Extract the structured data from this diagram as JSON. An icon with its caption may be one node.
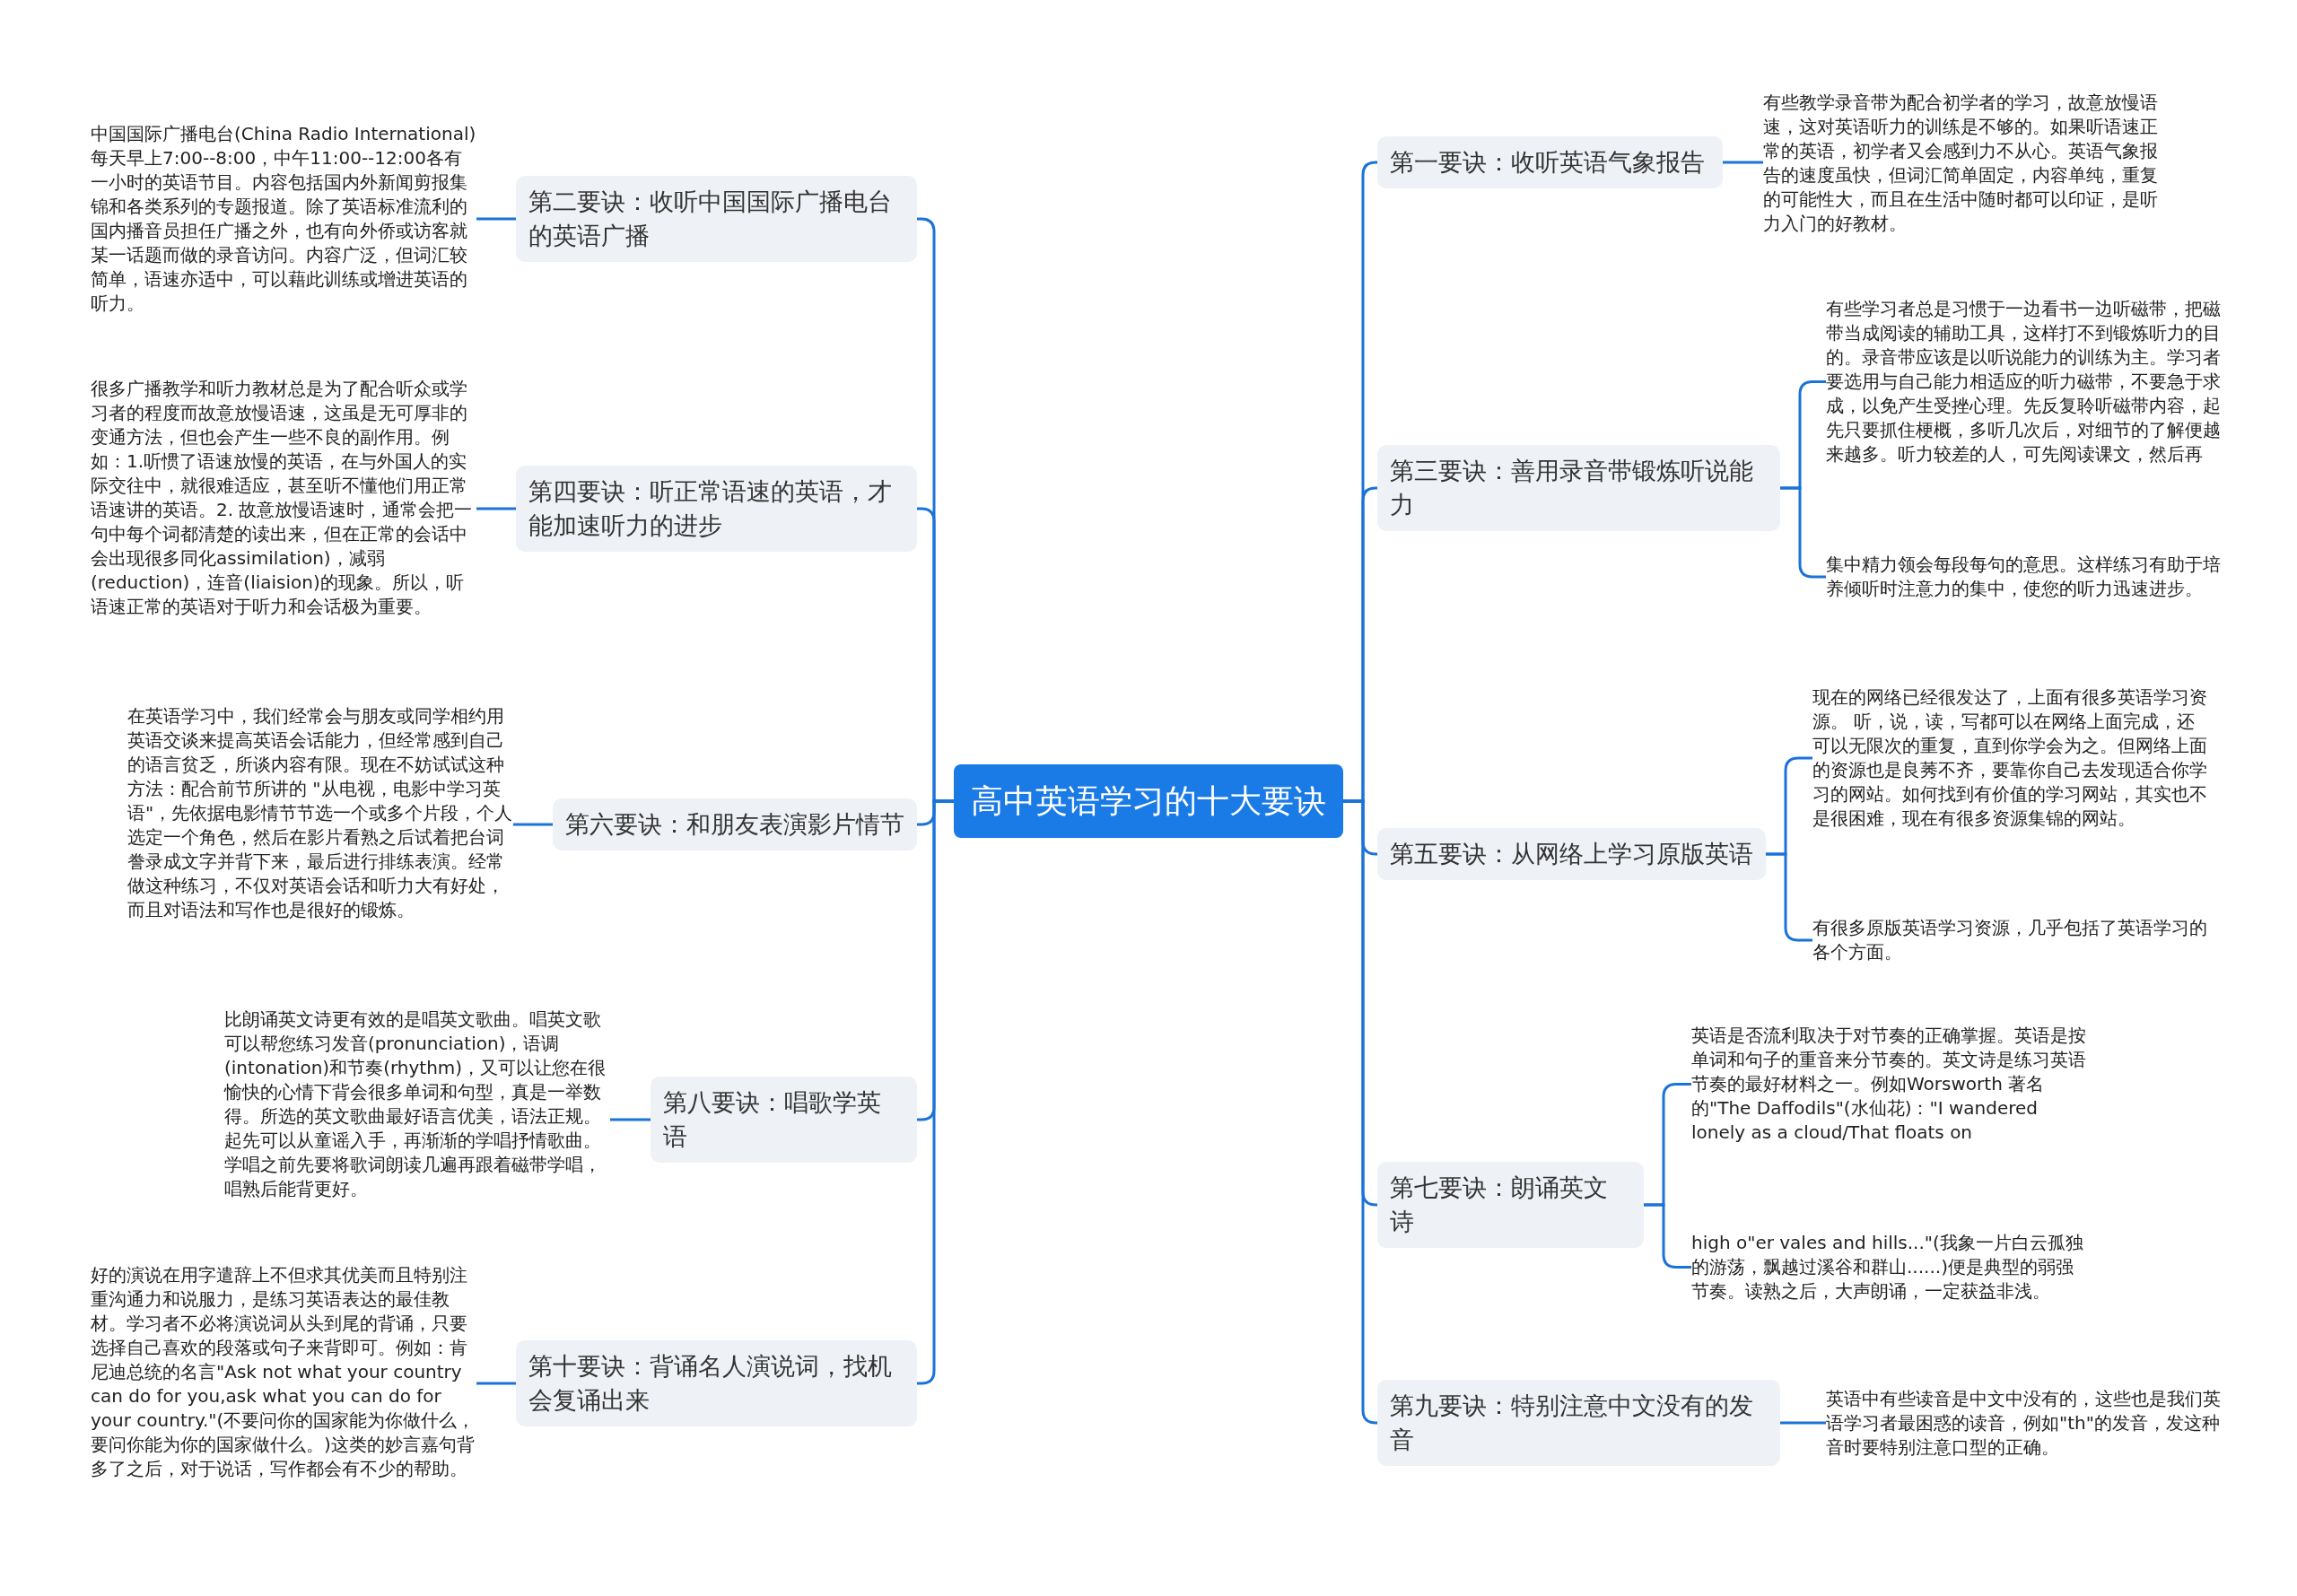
{
  "diagram": {
    "nodes": [
      {
        "text": [
          "高中英语学习的十大要诀"
        ]
      },
      {
        "text": [
          "第一要诀：收听英语气象报告"
        ]
      },
      {
        "text": [
          "有些教学录音带为配合初学者的学习，故意放慢语速，这对英语听力的训练是不够的。如果听语速正常的英语，初学者又会感到力不从心。英语气象报告的速度虽快，但词汇简单固定，内容单纯，重复的可能性大，而且在生活中随时都可以印证，是听力入门的好教材。"
        ]
      },
      {
        "text": [
          "第二要诀：收听中国国际广播电台的英语广播"
        ]
      },
      {
        "text": [
          "中国国际广播电台(China Radio International)每天早上7:00--8:00，中午11:00--12:00各有一小时的英语节目。内容包括国内外新闻剪报集锦和各类系列的专题报道。除了英语标准流利的国内播音员担任广播之外，也有向外侨或访客就某一话题而做的录音访问。内容广泛，但词汇较简单，语速亦适中，可以藉此训练或增进英语的听力。"
        ]
      },
      {
        "text": [
          "第三要诀：善用录音带锻炼听说能力"
        ]
      },
      {
        "text": [
          "有些学习者总是习惯于一边看书一边听磁带，把磁带当成阅读的辅助工具，这样打不到锻炼听力的目的。录音带应该是以听说能力的训练为主。学习者要选用与自己能力相适应的听力磁带，不要急于求成，以免产生受挫心理。先反复聆听磁带内容，起先只要抓住梗概，多听几次后，对细节的了解便越来越多。听力较差的人，可先阅读课文，然后再"
        ]
      },
      {
        "text": [
          "集中精力领会每段每句的意思。这样练习有助于培养倾听时注意力的集中，使您的听力迅速进步。"
        ]
      },
      {
        "text": [
          "第四要诀：听正常语速的英语，才能加速听力的进步"
        ]
      },
      {
        "text": [
          "很多广播教学和听力教材总是为了配合听众或学习者的程度而故意放慢语速，这虽是无可厚非的变通方法，但也会产生一些不良的副作用。例如：1.听惯了语速放慢的英语，在与外国人的实际交往中，就很难适应，甚至听不懂他们用正常语速讲的英语。2. 故意放慢语速时，通常会把一句中每个词都清楚的读出来，但在正常的会话中会出现很多同化assimilation)，减弱(reduction)，连音(liaision)的现象。所以，听语速正常的英语对于听力和会话极为重要。"
        ]
      },
      {
        "text": [
          "第五要诀：从网络上学习原版英语"
        ]
      },
      {
        "text": [
          "现在的网络已经很发达了，上面有很多英语学习资源。 听，说，读，写都可以在网络上面完成，还可以无限次的重复，直到你学会为之。但网络上面的资源也是良莠不齐，要靠你自己去发现适合你学习的网站。如何找到有价值的学习网站，其实也不是很困难，现在有很多资源集锦的网站。"
        ]
      },
      {
        "text": [
          "有很多原版英语学习资源，几乎包括了英语学习的各个方面。"
        ]
      },
      {
        "text": [
          "第六要诀：和朋友表演影片情节"
        ]
      },
      {
        "text": [
          "在英语学习中，我们经常会与朋友或同学相约用英语交谈来提高英语会话能力，但经常感到自己的语言贫乏，所谈内容有限。现在不妨试试这种方法：配合前节所讲的 \"从电视，电影中学习英语\"，先依据电影情节节选一个或多个片段，个人选定一个角色，然后在影片看熟之后试着把台词誊录成文字并背下来，最后进行排练表演。经常做这种练习，不仅对英语会话和听力大有好处，而且对语法和写作也是很好的锻炼。"
        ]
      },
      {
        "text": [
          "第七要诀：朗诵英文诗"
        ]
      },
      {
        "text": [
          "英语是否流利取决于对节奏的正确掌握。英语是按单词和句子的重音来分节奏的。英文诗是练习英语节奏的最好材料之一。例如Worsworth 著名的\"The Daffodils\"(水仙花)：\"I wandered lonely as a cloud/That floats on"
        ]
      },
      {
        "text": [
          "high o\"er vales and hills...\"(我象一片白云孤独的游荡，飘越过溪谷和群山......)便是典型的弱强节奏。读熟之后，大声朗诵，一定获益非浅。"
        ]
      },
      {
        "text": [
          "第八要诀：唱歌学英语"
        ]
      },
      {
        "text": [
          "比朗诵英文诗更有效的是唱英文歌曲。唱英文歌可以帮您练习发音(pronunciation)，语调(intonation)和节奏(rhythm)，又可以让您在很愉快的心情下背会很多单词和句型，真是一举数得。所选的英文歌曲最好语言优美，语法正规。起先可以从童谣入手，再渐渐的学唱抒情歌曲。学唱之前先要将歌词朗读几遍再跟着磁带学唱，唱熟后能背更好。"
        ]
      },
      {
        "text": [
          "第九要诀：特别注意中文没有的发音"
        ]
      },
      {
        "text": [
          "英语中有些读音是中文中没有的，这些也是我们英语学习者最困惑的读音，例如\"th\"的发音，发这种音时要特别注意口型的正确。"
        ]
      },
      {
        "text": [
          "第十要诀：背诵名人演说词，找机会复诵出来"
        ]
      },
      {
        "text": [
          "好的演说在用字遣辞上不但求其优美而且特别注重沟通力和说服力，是练习英语表达的最佳教材。学习者不必将演说词从头到尾的背诵，只要选择自己喜欢的段落或句子来背即可。例如：肯尼迪总统的名言\"Ask not what your country can do for you,ask what you can do for your country.\"(不要问你的国家能为你做什么，要问你能为你的国家做什么。)这类的妙言嘉句背多了之后，对于说话，写作都会有不少的帮助。"
        ]
      }
    ],
    "edges": [
      {
        "from": 0,
        "to": 1,
        "arrow": "none"
      },
      {
        "from": 0,
        "to": 3,
        "arrow": "none"
      },
      {
        "from": 0,
        "to": 5,
        "arrow": "none"
      },
      {
        "from": 0,
        "to": 8,
        "arrow": "none"
      },
      {
        "from": 0,
        "to": 10,
        "arrow": "none"
      },
      {
        "from": 0,
        "to": 13,
        "arrow": "none"
      },
      {
        "from": 0,
        "to": 15,
        "arrow": "none"
      },
      {
        "from": 0,
        "to": 18,
        "arrow": "none"
      },
      {
        "from": 0,
        "to": 20,
        "arrow": "none"
      },
      {
        "from": 0,
        "to": 22,
        "arrow": "none"
      },
      {
        "from": 1,
        "to": 2,
        "arrow": "none"
      },
      {
        "from": 3,
        "to": 4,
        "arrow": "none"
      },
      {
        "from": 5,
        "to": 6,
        "arrow": "none"
      },
      {
        "from": 5,
        "to": 7,
        "arrow": "none"
      },
      {
        "from": 8,
        "to": 9,
        "arrow": "none"
      },
      {
        "from": 10,
        "to": 11,
        "arrow": "none"
      },
      {
        "from": 10,
        "to": 12,
        "arrow": "none"
      },
      {
        "from": 13,
        "to": 14,
        "arrow": "none"
      },
      {
        "from": 15,
        "to": 16,
        "arrow": "none"
      },
      {
        "from": 15,
        "to": 17,
        "arrow": "none"
      },
      {
        "from": 18,
        "to": 19,
        "arrow": "none"
      },
      {
        "from": 20,
        "to": 21,
        "arrow": "none"
      },
      {
        "from": 22,
        "to": 23,
        "arrow": "none"
      }
    ]
  }
}
